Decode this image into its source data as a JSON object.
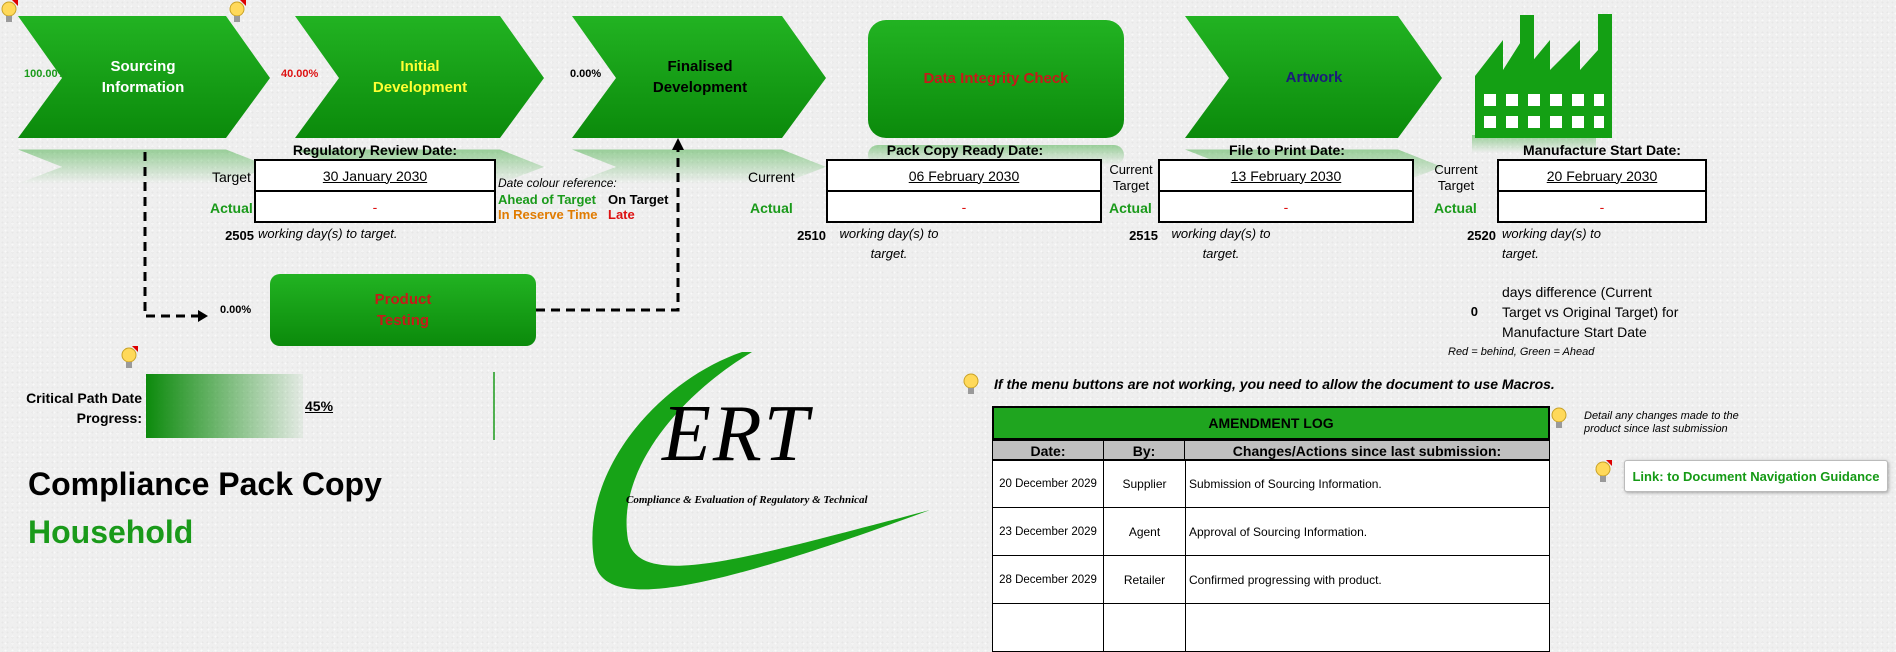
{
  "process_steps": {
    "sourcing": {
      "label_line1": "Sourcing",
      "label_line2": "Information",
      "percent": "100.00%"
    },
    "initial": {
      "label_line1": "Initial",
      "label_line2": "Development",
      "percent": "40.00%"
    },
    "finalised": {
      "label_line1": "Finalised",
      "label_line2": "Development",
      "percent": "0.00%"
    },
    "integrity": {
      "label": "Data Integrity Check"
    },
    "artwork": {
      "label": "Artwork"
    },
    "testing": {
      "label_line1": "Product",
      "label_line2": "Testing",
      "percent": "0.00%"
    }
  },
  "regulatory": {
    "title": "Regulatory Review Date:",
    "target_label": "Target",
    "target_value": "30 January 2030",
    "actual_label": "Actual",
    "actual_value": "-",
    "days_num": "2505",
    "days_text": "working day(s) to target."
  },
  "colour_ref": {
    "title": "Date colour reference:",
    "ahead": "Ahead of Target",
    "on_target": "On Target",
    "reserve": "In Reserve Time",
    "late": "Late"
  },
  "pack_copy": {
    "title": "Pack Copy Ready Date:",
    "current_label": "Current",
    "current_value": "06 February 2030",
    "actual_label": "Actual",
    "actual_value": "-",
    "days_num": "2510",
    "days_text_1": "working day(s) to",
    "days_text_2": "target."
  },
  "file_print": {
    "title": "File to Print Date:",
    "current_label_1": "Current",
    "current_label_2": "Target",
    "current_value": "13 February 2030",
    "actual_label": "Actual",
    "actual_value": "-",
    "days_num": "2515",
    "days_text_1": "working day(s) to",
    "days_text_2": "target."
  },
  "manufacture": {
    "title": "Manufacture Start Date:",
    "current_label_1": "Current",
    "current_label_2": "Target",
    "current_value": "20 February 2030",
    "actual_label": "Actual",
    "actual_value": "-",
    "days_num": "2520",
    "days_text_1": "working day(s) to",
    "days_text_2": "target.",
    "diff_num": "0",
    "diff_text_1": "days difference (Current",
    "diff_text_2": "Target vs Original Target) for",
    "diff_text_3": "Manufacture Start Date",
    "legend": "Red = behind, Green = Ahead"
  },
  "critical_path": {
    "label_1": "Critical Path Date",
    "label_2": "Progress:",
    "value": "45%",
    "progress": 0.45
  },
  "title": {
    "line1": "Compliance Pack Copy",
    "line2": "Household"
  },
  "logo": {
    "text": "ERT",
    "tagline": "Compliance & Evaluation of Regulatory & Technical"
  },
  "macro_note": "If the menu buttons are not working, you need to allow the document to use Macros.",
  "amendment_log": {
    "title": "AMENDMENT LOG",
    "headers": [
      "Date:",
      "By:",
      "Changes/Actions since last submission:"
    ],
    "rows": [
      {
        "date": "20 December 2029",
        "by": "Supplier",
        "change": "Submission of Sourcing Information."
      },
      {
        "date": "23 December 2029",
        "by": "Agent",
        "change": "Approval of Sourcing Information."
      },
      {
        "date": "28 December 2029",
        "by": "Retailer",
        "change": "Confirmed progressing with product."
      },
      {
        "date": "",
        "by": "",
        "change": ""
      }
    ]
  },
  "side_note_1": "Detail any changes made to the",
  "side_note_2": "product since last submission",
  "nav_link": "Link: to Document Navigation Guidance",
  "colors": {
    "green": "#129b12",
    "dark_green": "#0c7a0c",
    "red": "#d11",
    "orange": "#e07b00",
    "yellow": "#ffff33"
  }
}
